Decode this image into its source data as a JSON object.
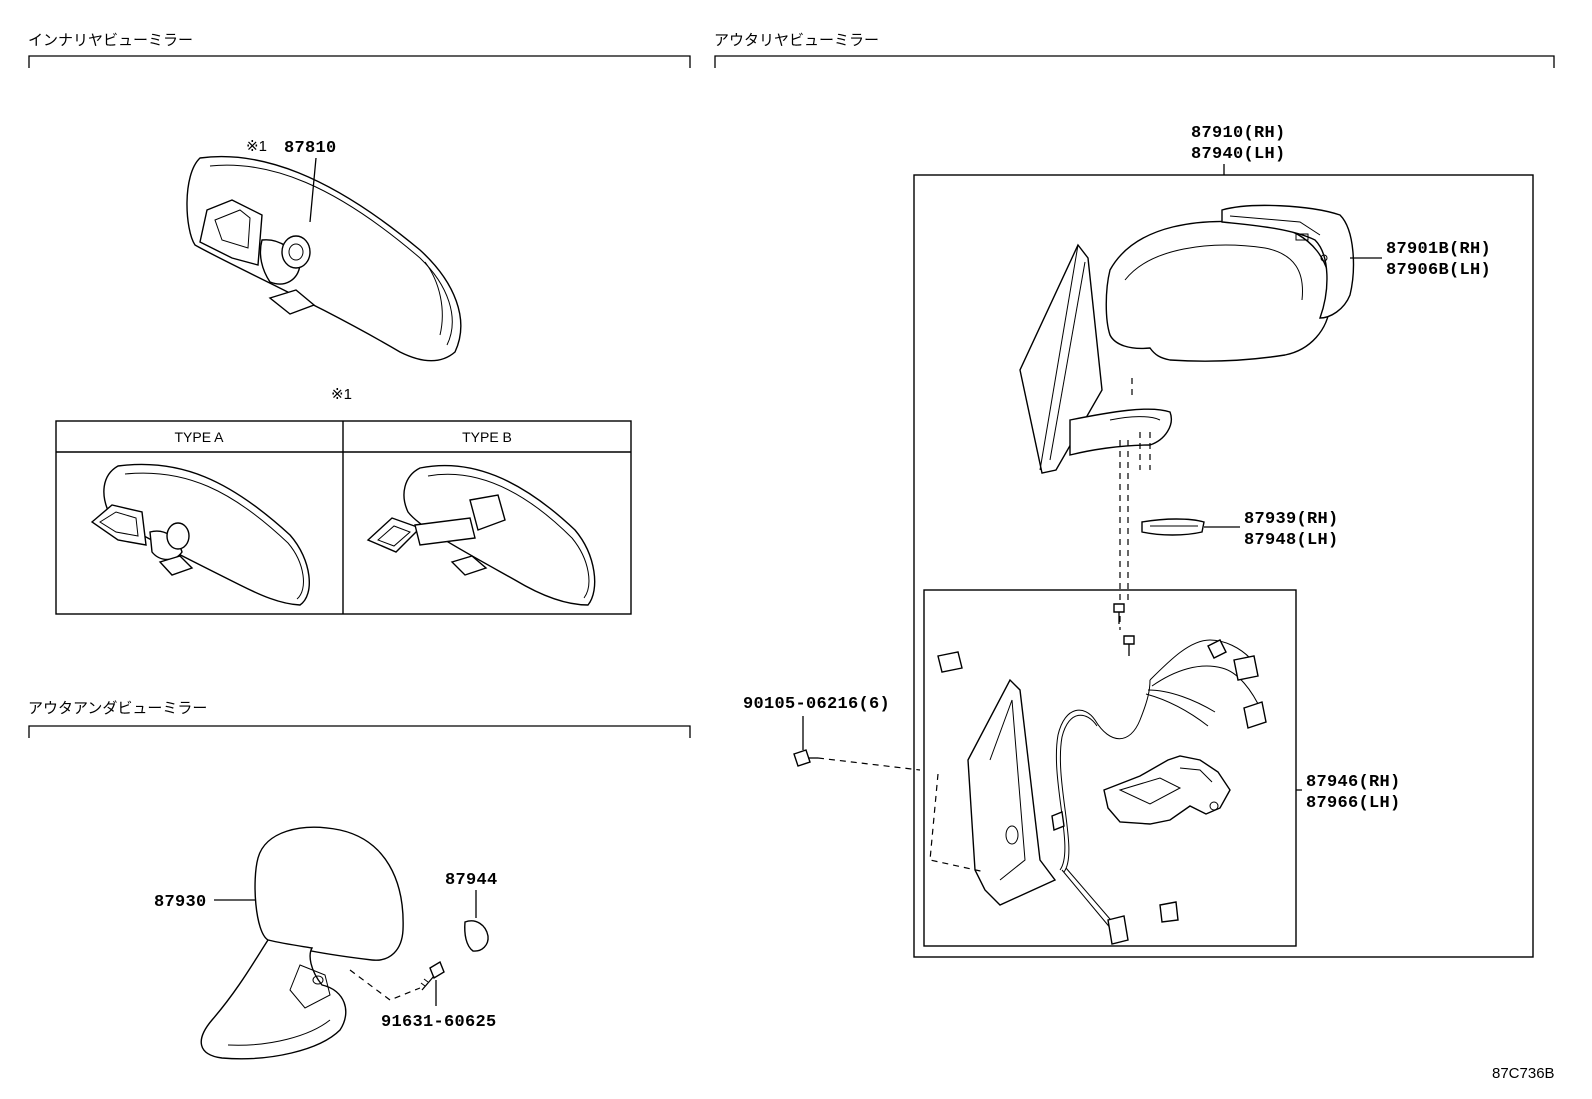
{
  "sections": {
    "inner": "インナリヤビューミラー",
    "outer": "アウタリヤビューミラー",
    "under": "アウタアンダビューミラー"
  },
  "inner_mirror": {
    "note_mark": "※1",
    "part_no": "87810",
    "types_note": "※1",
    "type_a": "TYPE A",
    "type_b": "TYPE B"
  },
  "outer_mirror": {
    "assy": [
      "87910(RH)",
      "87940(LH)"
    ],
    "cover": [
      "87901B(RH)",
      "87906B(LH)"
    ],
    "lamp": [
      "87939(RH)",
      "87948(LH)"
    ],
    "actuator": [
      "87946(RH)",
      "87966(LH)"
    ],
    "screw": "90105-06216(6)"
  },
  "under_mirror": {
    "mirror": "87930",
    "cap": "87944",
    "bolt": "91631-60625"
  },
  "diagram_code": "87C736B"
}
